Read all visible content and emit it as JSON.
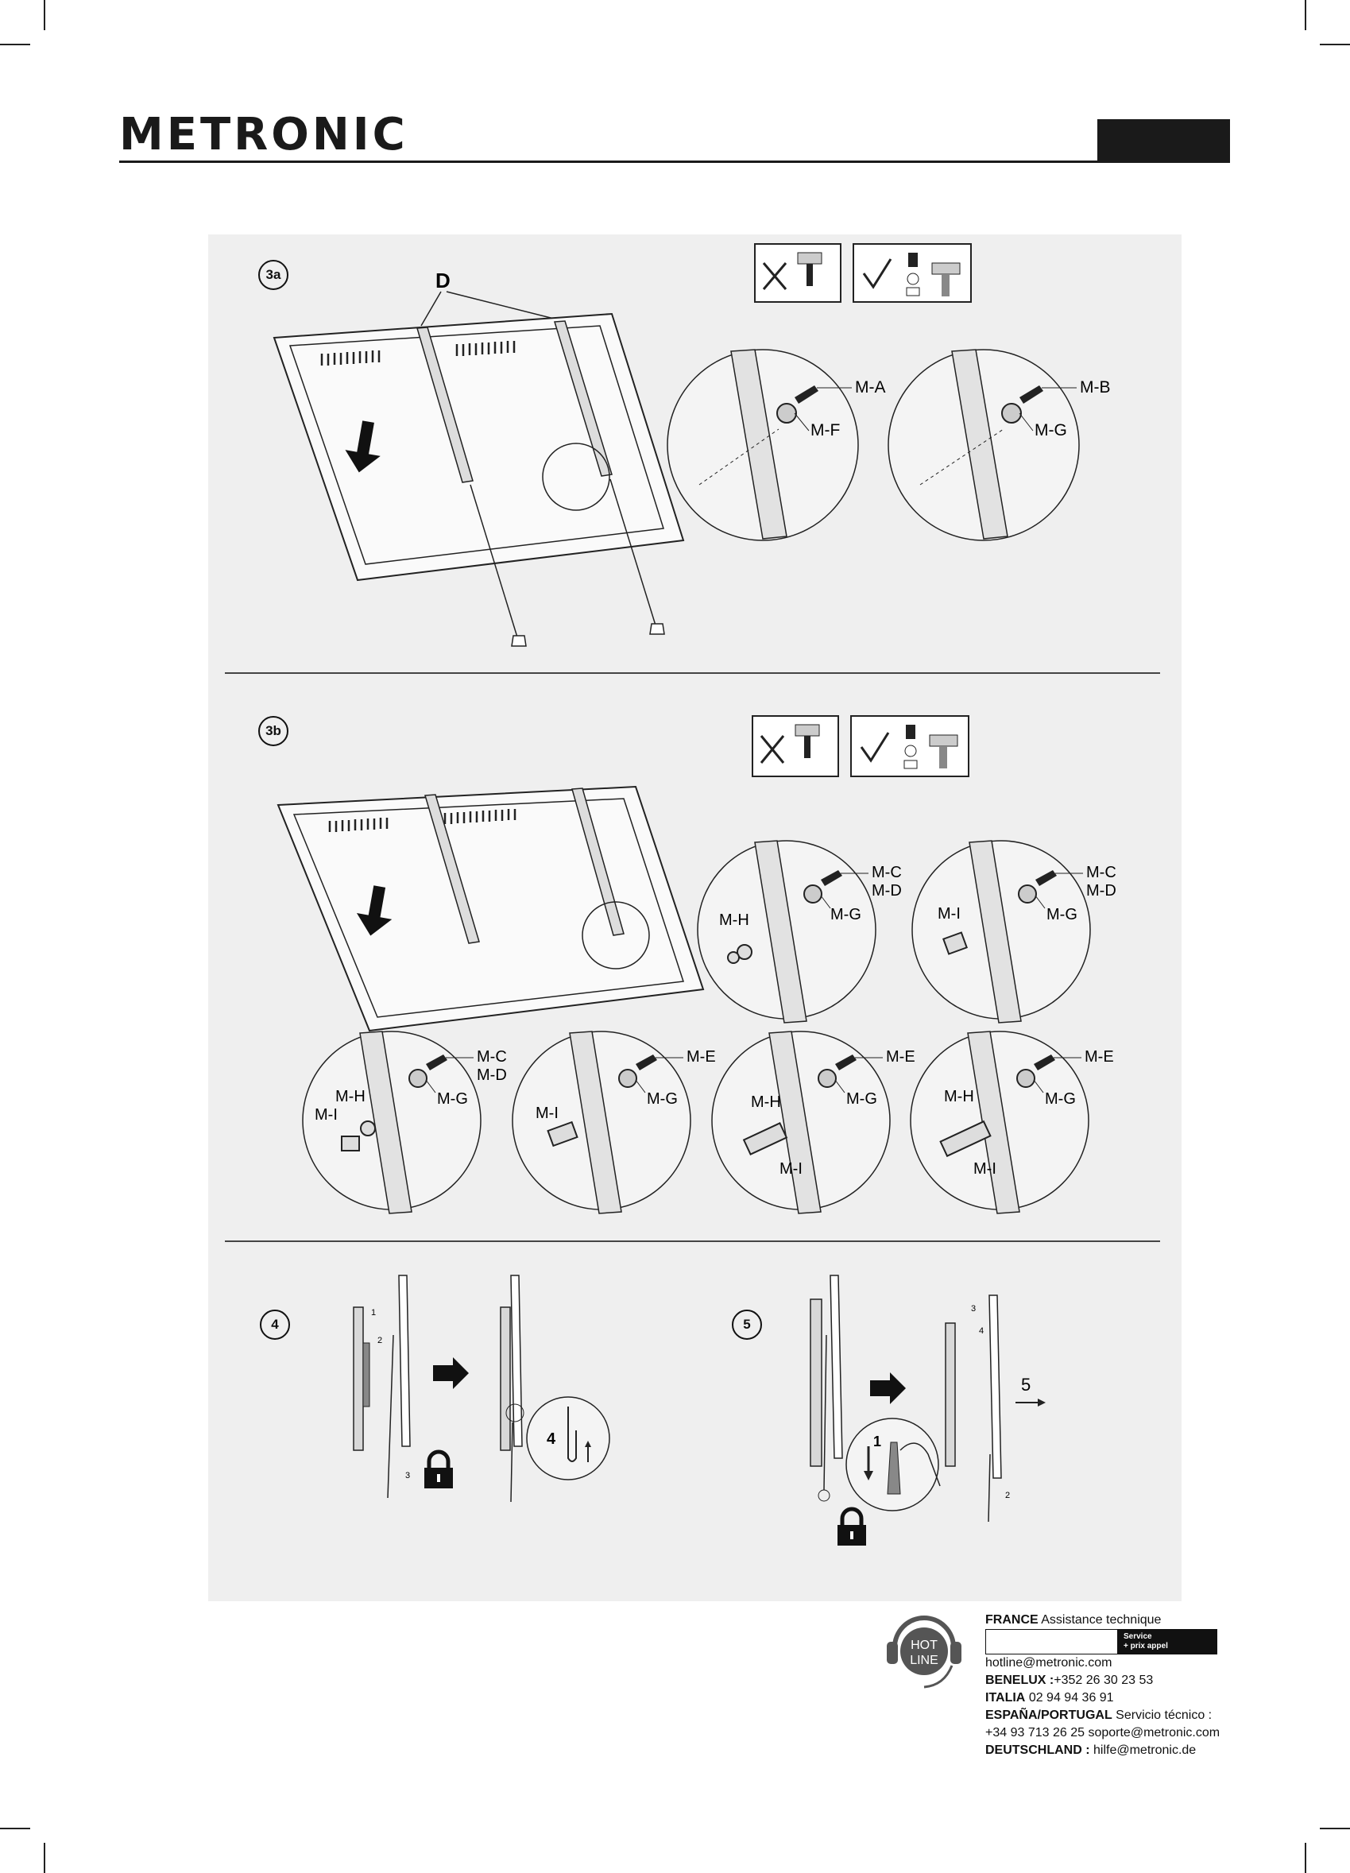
{
  "brand": {
    "logo_text": "METRONIC"
  },
  "steps": {
    "s3a": {
      "badge": "3a",
      "bracket_label": "D"
    },
    "s3b": {
      "badge": "3b"
    },
    "s4": {
      "badge": "4",
      "detail_number": "4",
      "nums": [
        "1",
        "2",
        "3"
      ]
    },
    "s5": {
      "badge": "5",
      "detail_number": "1",
      "nums": [
        "3",
        "4",
        "5",
        "2"
      ]
    }
  },
  "callouts": {
    "c3a_1": [
      "M-A",
      "M-F"
    ],
    "c3a_2": [
      "M-B",
      "M-G"
    ],
    "c3b_1": [
      "M-C",
      "M-D",
      "M-H",
      "M-G"
    ],
    "c3b_2": [
      "M-C",
      "M-D",
      "M-I",
      "M-G"
    ],
    "c3b_3": [
      "M-C",
      "M-D",
      "M-H",
      "M-I",
      "M-G"
    ],
    "c3b_4": [
      "M-E",
      "M-I",
      "M-G"
    ],
    "c3b_5": [
      "M-E",
      "M-H",
      "M-G",
      "M-I"
    ],
    "c3b_6": [
      "M-E",
      "M-H",
      "M-G",
      "M-I"
    ]
  },
  "support": {
    "hotline_badge": [
      "HOT",
      "LINE"
    ],
    "france_label": "FRANCE",
    "france_text": "Assistance technique",
    "service_tag": [
      "Service",
      "+ prix appel"
    ],
    "email": "hotline@metronic.com",
    "benelux_label": "BENELUX :",
    "benelux_text": "+352 26 30 23 53",
    "italia_label": "ITALIA",
    "italia_text": "02 94 94 36 91",
    "espana_label": "ESPAÑA/PORTUGAL",
    "espana_text": "Servicio técnico :",
    "espana_line2": "+34 93 713 26 25 soporte@metronic.com",
    "deutschland_label": "DEUTSCHLAND :",
    "deutschland_text": "hilfe@metronic.de"
  }
}
